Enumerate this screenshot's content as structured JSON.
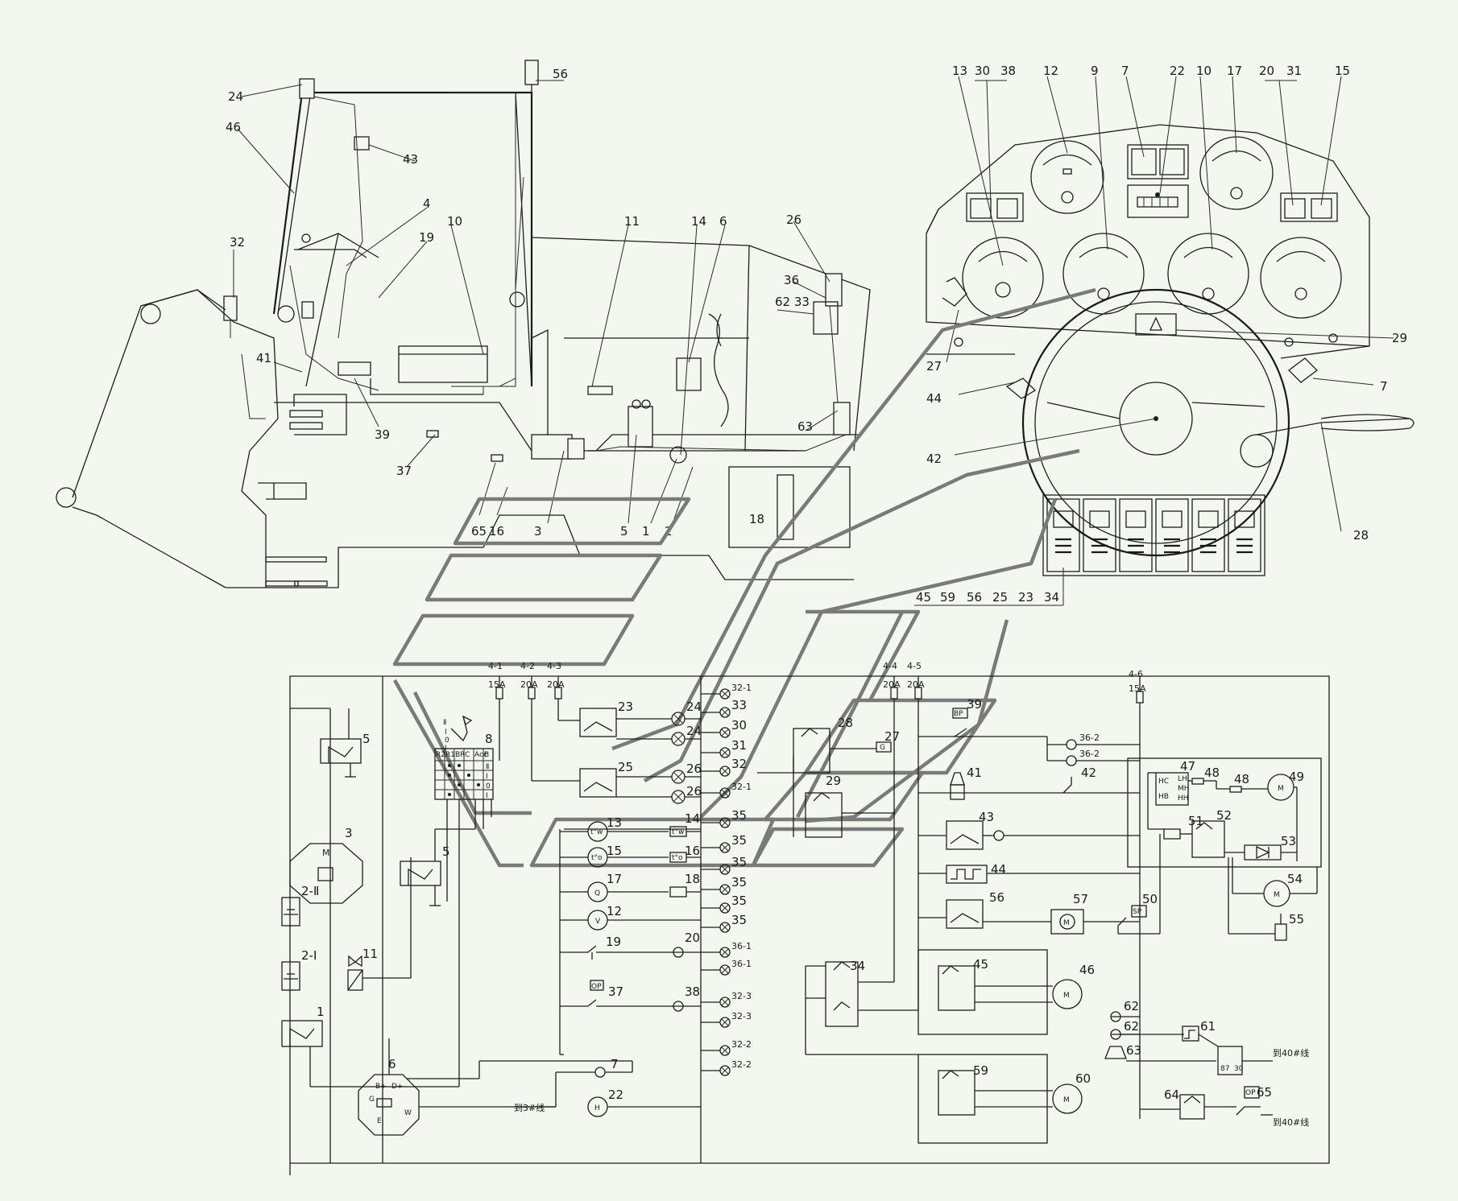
{
  "labels": {
    "cab": [
      "24",
      "46",
      "32",
      "41",
      "39",
      "37",
      "56",
      "43",
      "4",
      "19",
      "10",
      "11",
      "14",
      "6",
      "26",
      "36",
      "62 33",
      "63",
      "65",
      "16",
      "3",
      "5",
      "1",
      "2",
      "18"
    ],
    "dash": [
      "13",
      "30",
      "38",
      "12",
      "9",
      "7",
      "22",
      "10",
      "17",
      "20",
      "31",
      "15",
      "27",
      "29",
      "44",
      "42",
      "28",
      "7"
    ],
    "switch_row": [
      "45",
      "59",
      "56",
      "25",
      "23",
      "34"
    ],
    "fuses": [
      {
        "id": "4-1",
        "rating": "15A"
      },
      {
        "id": "4-2",
        "rating": "20A"
      },
      {
        "id": "4-3",
        "rating": "20A"
      },
      {
        "id": "4-4",
        "rating": "20A"
      },
      {
        "id": "4-5",
        "rating": "20A"
      },
      {
        "id": "4-6",
        "rating": "15A"
      }
    ],
    "wiring_left": [
      "5",
      "3",
      "2-Ⅱ",
      "2-Ⅰ",
      "1",
      "11",
      "5",
      "6",
      "8"
    ],
    "wiring_mid": [
      "23",
      "24",
      "24",
      "25",
      "26",
      "26",
      "13",
      "14",
      "15",
      "16",
      "17",
      "18",
      "12",
      "19",
      "20",
      "37",
      "38",
      "7",
      "22"
    ],
    "wiring_lamps": [
      "32-1",
      "33",
      "30",
      "31",
      "32",
      "32-1",
      "35",
      "35",
      "35",
      "35",
      "35",
      "35",
      "36-1",
      "36-1",
      "32-3",
      "32-3",
      "32-2",
      "32-2"
    ],
    "wiring_right": [
      "28",
      "27",
      "29",
      "34",
      "39",
      "41",
      "42",
      "43",
      "44",
      "56",
      "57",
      "45",
      "46",
      "59",
      "60",
      "36-2",
      "36-2"
    ],
    "wiring_far_right": [
      "47",
      "48",
      "48",
      "49",
      "51",
      "52",
      "53",
      "54",
      "55",
      "50",
      "62",
      "62",
      "61",
      "63",
      "64",
      "65"
    ],
    "notes": [
      "到3#线",
      "到40#线",
      "到40#线"
    ],
    "ignition_grid_header": [
      "R2",
      "R1",
      "BR",
      "C",
      "Acc",
      "B"
    ],
    "ignition_grid_side": [
      "Ⅱ",
      "Ⅰ",
      "0",
      "Ⅰ"
    ],
    "symbols": [
      "M",
      "B+",
      "D+",
      "G",
      "E",
      "W",
      "H",
      "V",
      "BP",
      "OP",
      "SP",
      "G",
      "LH",
      "MH",
      "HH"
    ]
  }
}
